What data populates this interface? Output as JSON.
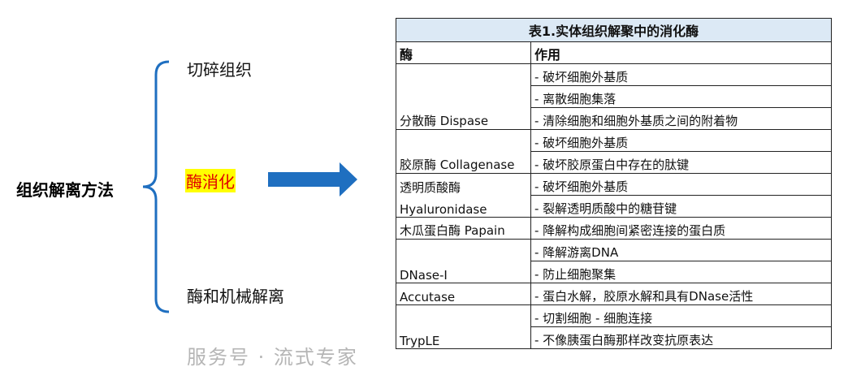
{
  "diagram": {
    "root": "组织解离方法",
    "branches": [
      "切碎组织",
      "酶消化",
      "酶和机械解离"
    ],
    "highlight_color": "#e00000",
    "arrow_color": "#1f6fc0"
  },
  "table": {
    "title": "表1.实体组织解聚中的消化酶",
    "headers": [
      "酶",
      "作用"
    ],
    "rows": [
      {
        "enzyme": "分散酶 Dispase",
        "effects": [
          "- 破坏细胞外基质",
          "- 离散细胞集落",
          "- 清除细胞和细胞外基质之间的附着物"
        ]
      },
      {
        "enzyme": "胶原酶 Collagenase",
        "effects": [
          "- 破坏细胞外基质",
          "- 破坏胶原蛋白中存在的肽键"
        ]
      },
      {
        "enzyme_line1": "透明质酸酶",
        "enzyme_line2": "Hyaluronidase",
        "effects": [
          "- 破坏细胞外基质",
          "- 裂解透明质酸中的糖苷键"
        ]
      },
      {
        "enzyme": "木瓜蛋白酶 Papain",
        "effects": [
          "- 降解构成细胞间紧密连接的蛋白质"
        ]
      },
      {
        "enzyme": "DNase-I",
        "effects": [
          "- 降解游离DNA",
          "- 防止细胞聚集"
        ]
      },
      {
        "enzyme": "Accutase",
        "effects": [
          "- 蛋白水解，胶原水解和具有DNase活性"
        ]
      },
      {
        "enzyme": "TrypLE",
        "effects": [
          "- 切割细胞 - 细胞连接",
          "- 不像胰蛋白酶那样改变抗原表达"
        ]
      }
    ]
  },
  "watermark": "服务号 · 流式专家"
}
